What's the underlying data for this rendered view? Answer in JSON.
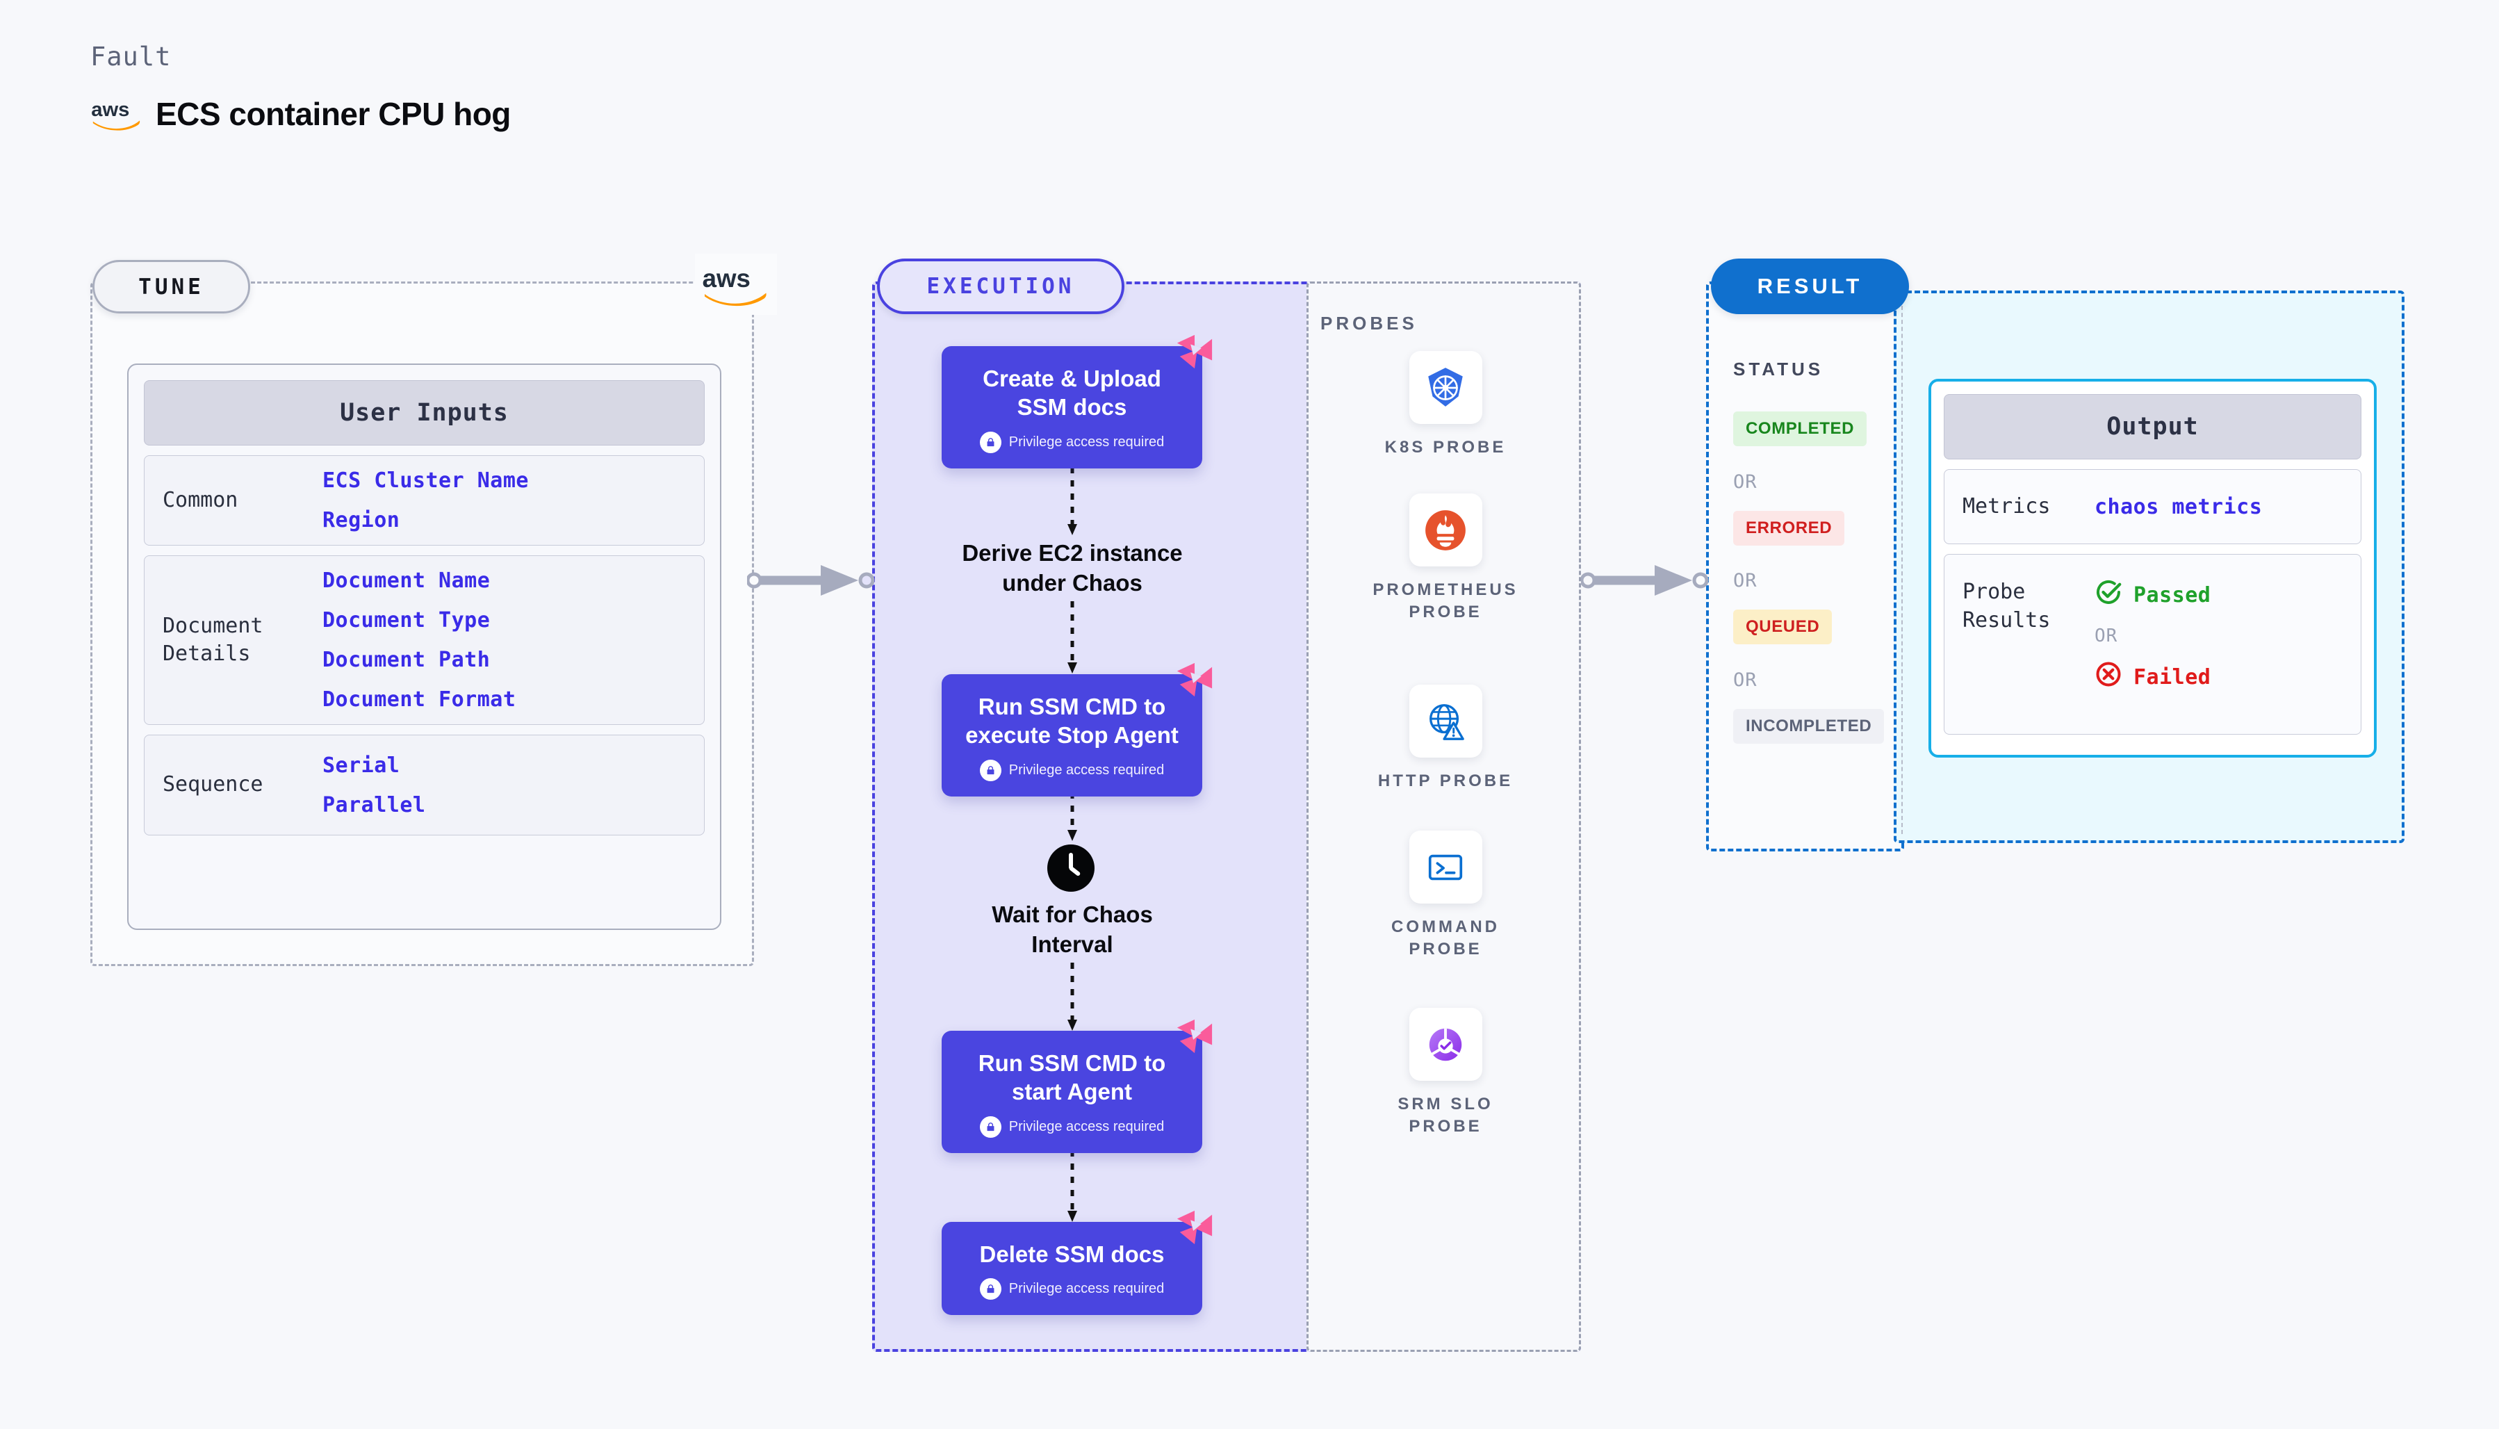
{
  "header": {
    "eyebrow": "Fault",
    "title": "ECS container CPU hog",
    "logo_icon": "aws-logo"
  },
  "tune": {
    "pill_label": "TUNE",
    "logo_icon": "aws-logo",
    "card_title": "User Inputs",
    "rows": [
      {
        "key": "Common",
        "values": [
          "ECS Cluster Name",
          "Region"
        ]
      },
      {
        "key": "Document\nDetails",
        "values": [
          "Document Name",
          "Document Type",
          "Document Path",
          "Document Format"
        ]
      },
      {
        "key": "Sequence",
        "values": [
          "Serial",
          "Parallel"
        ]
      }
    ]
  },
  "execution": {
    "pill_label": "EXECUTION",
    "privilege_note": "Privilege access required",
    "steps": [
      {
        "type": "task",
        "label": "Create & Upload\nSSM docs",
        "privileged": true
      },
      {
        "type": "plain",
        "label": "Derive EC2 instance\nunder Chaos"
      },
      {
        "type": "task",
        "label": "Run SSM CMD to\nexecute Stop Agent",
        "privileged": true
      },
      {
        "type": "wait",
        "label": "Wait for Chaos\nInterval",
        "icon": "clock-icon"
      },
      {
        "type": "task",
        "label": "Run SSM CMD to\nstart Agent",
        "privileged": true
      },
      {
        "type": "task",
        "label": "Delete SSM docs",
        "privileged": true
      }
    ]
  },
  "probes": {
    "section_label": "PROBES",
    "items": [
      {
        "label": "K8S PROBE",
        "icon": "kubernetes-icon"
      },
      {
        "label": "PROMETHEUS\nPROBE",
        "icon": "prometheus-icon"
      },
      {
        "label": "HTTP PROBE",
        "icon": "http-globe-icon"
      },
      {
        "label": "COMMAND\nPROBE",
        "icon": "terminal-icon"
      },
      {
        "label": "SRM SLO\nPROBE",
        "icon": "srm-slo-icon"
      }
    ]
  },
  "result": {
    "pill_label": "RESULT",
    "status_label": "STATUS",
    "or_label": "OR",
    "statuses": [
      {
        "label": "COMPLETED",
        "bg": "#DFF5DF",
        "fg": "#18861D"
      },
      {
        "label": "ERRORED",
        "bg": "#FCE6E6",
        "fg": "#D01F1F"
      },
      {
        "label": "QUEUED",
        "bg": "#FCEFC7",
        "fg": "#CE2020"
      },
      {
        "label": "INCOMPLETED",
        "bg": "#EFF0F5",
        "fg": "#5C6378"
      }
    ],
    "output": {
      "title": "Output",
      "metrics_key": "Metrics",
      "metrics_value": "chaos metrics",
      "probe_results_key": "Probe\nResults",
      "passed_label": "Passed",
      "failed_label": "Failed",
      "or_label": "OR",
      "passed_color": "#1FA12B",
      "failed_color": "#E01B1B"
    }
  },
  "colors": {
    "node_indigo": "#4A45E0",
    "execution_bg": "#E3E2FA",
    "execution_border": "#4A42E0",
    "result_blue": "#1070CE",
    "output_cyan": "#17AFE8",
    "tune_border": "#A9AEBE",
    "corner_badge_pink": "#FA5C9B"
  }
}
